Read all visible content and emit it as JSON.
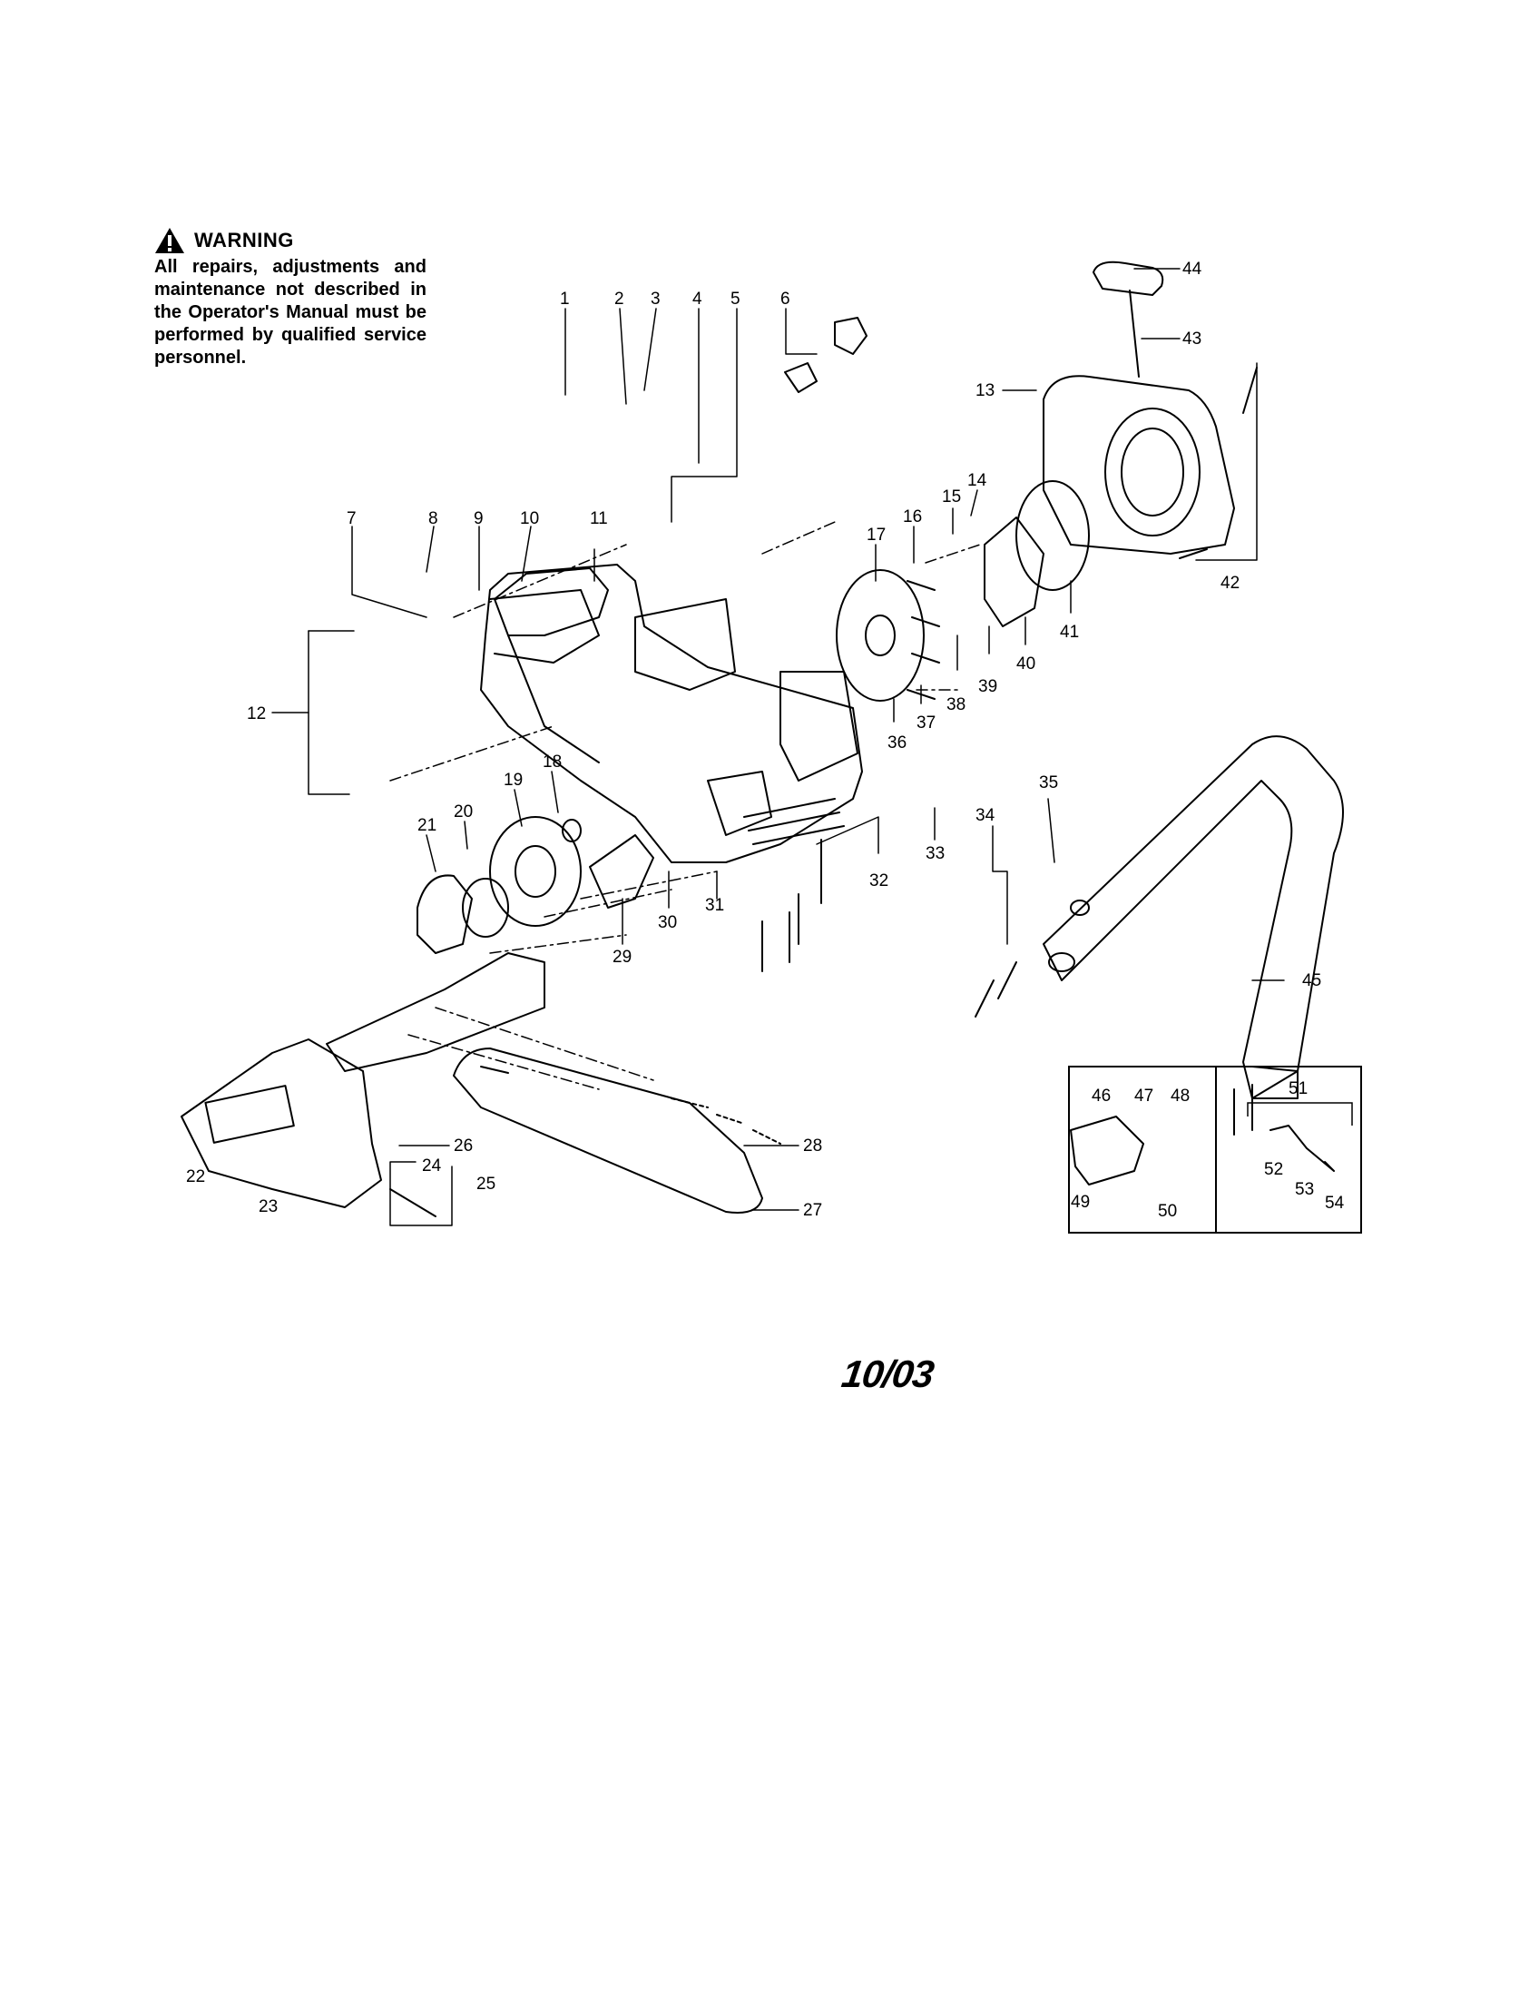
{
  "warning": {
    "title": "WARNING",
    "text": "All repairs, adjustments and maintenance not described in the Operator's Manual must be performed by qualified service personnel.",
    "icon": "warning-triangle-icon"
  },
  "callouts": [
    "1",
    "2",
    "3",
    "4",
    "5",
    "6",
    "7",
    "8",
    "9",
    "10",
    "11",
    "12",
    "13",
    "14",
    "15",
    "16",
    "17",
    "18",
    "19",
    "20",
    "21",
    "22",
    "23",
    "24",
    "25",
    "26",
    "27",
    "28",
    "29",
    "30",
    "31",
    "32",
    "33",
    "34",
    "35",
    "36",
    "37",
    "38",
    "39",
    "40",
    "41",
    "42",
    "43",
    "44",
    "45",
    "46",
    "47",
    "48",
    "49",
    "50",
    "51",
    "52",
    "53",
    "54"
  ],
  "date_code": "10/03"
}
